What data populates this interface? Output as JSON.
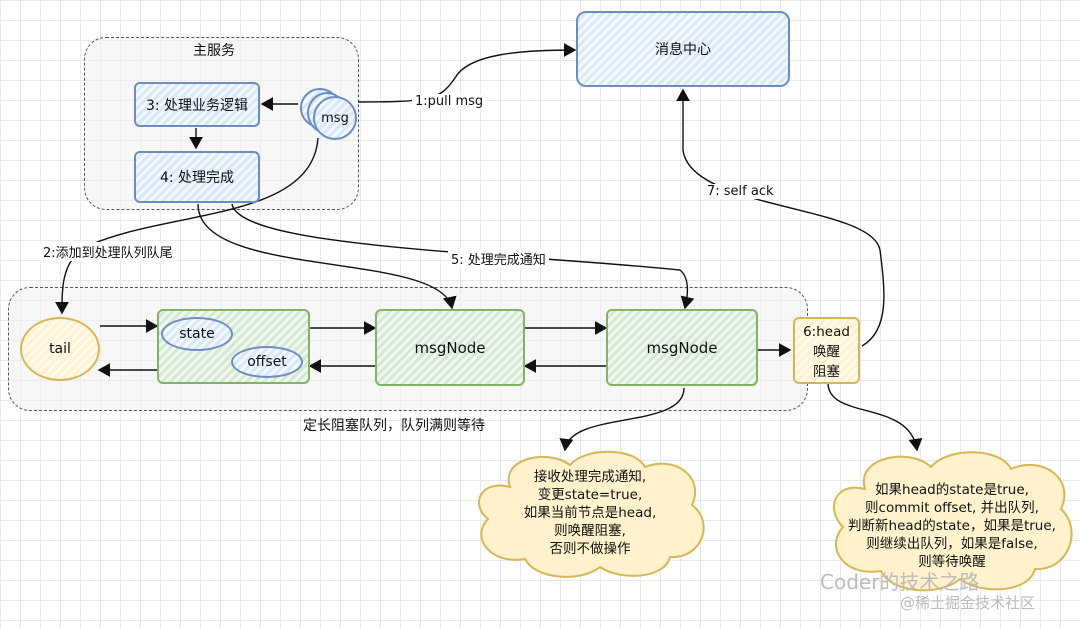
{
  "groups": {
    "main_service": "主服务",
    "queue_caption": "定长阻塞队列，队列满则等待"
  },
  "nodes": {
    "message_center": "消息中心",
    "process_logic": "3: 处理业务逻辑",
    "process_done": "4: 处理完成",
    "msg": "msg",
    "tail": "tail",
    "state": "state",
    "offset": "offset",
    "msg_node_1": "msgNode",
    "msg_node_2": "msgNode",
    "head_block": [
      "6:head",
      "唤醒",
      "阻塞"
    ]
  },
  "edges": {
    "pull_msg": "1:pull msg",
    "add_to_tail": "2:添加到处理队列队尾",
    "done_notify": "5: 处理完成通知",
    "self_ack": "7: self ack"
  },
  "clouds": {
    "left": [
      "接收处理完成通知,",
      "变更state=true,",
      "如果当前节点是head,",
      "则唤醒阻塞,",
      "否则不做操作"
    ],
    "right": [
      "如果head的state是true,",
      "则commit offset, 并出队列,",
      "判断新head的state，如果是true,",
      "则继续出队列，如果是false,",
      "则等待唤醒"
    ]
  },
  "watermark": {
    "line1": "Coder的技术之路",
    "line2": "@稀土掘金技术社区"
  },
  "colors": {
    "blue_fill": "#dae8fc",
    "blue_stroke": "#6c8ebf",
    "green_fill": "#d5e8d4",
    "green_stroke": "#82b366",
    "yellow_fill": "#fff2cc",
    "yellow_stroke": "#d6b656"
  }
}
